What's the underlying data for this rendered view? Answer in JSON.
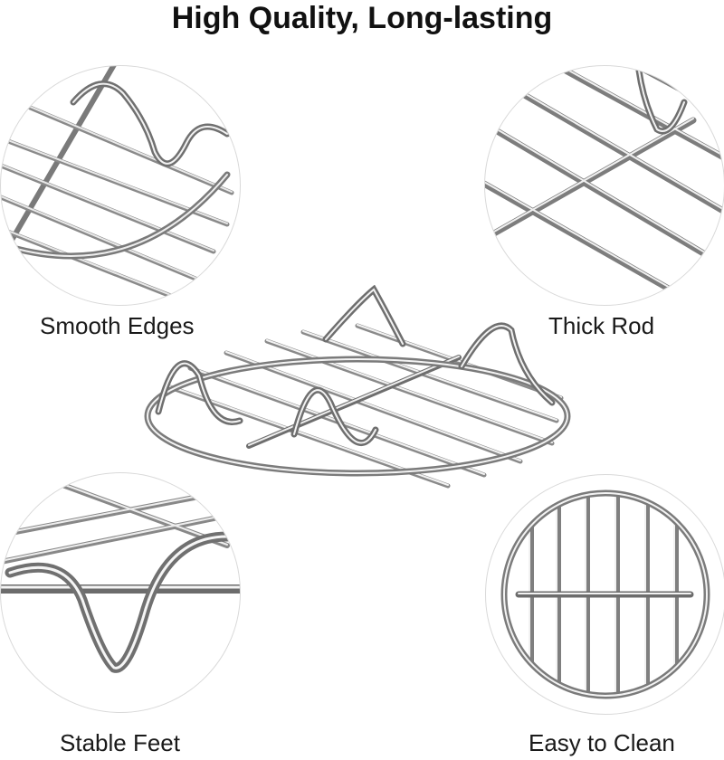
{
  "header": {
    "title": "High Quality, Long-lasting"
  },
  "features": [
    {
      "label": "Smooth Edges"
    },
    {
      "label": "Thick Rod"
    },
    {
      "label": "Stable Feet"
    },
    {
      "label": "Easy to Clean"
    }
  ],
  "colors": {
    "steel_light": "#f4f4f4",
    "steel_mid": "#b9b9b9",
    "steel_dark": "#6f6f6f",
    "circle_border": "#d9d9d9",
    "text": "#1a1a1a"
  }
}
